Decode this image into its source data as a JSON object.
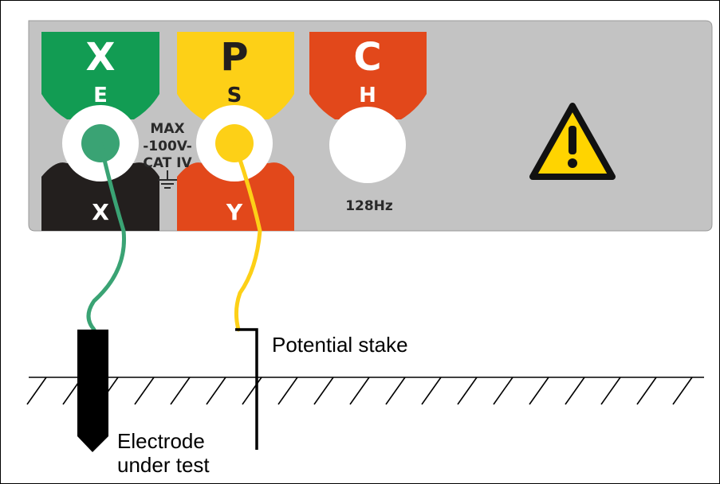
{
  "panel": {
    "terminals": {
      "x": {
        "top_letter": "X",
        "sub_letter": "E",
        "bottom_letter": "X"
      },
      "p": {
        "top_letter": "P",
        "sub_letter": "S",
        "bottom_letter": "Y"
      },
      "c": {
        "top_letter": "C",
        "sub_letter": "H"
      }
    },
    "rating": {
      "line1": "MAX",
      "line2": "-100V-",
      "line3": "CAT IV"
    },
    "frequency_label": "128Hz"
  },
  "labels": {
    "potential_stake": "Potential stake",
    "electrode_line1": "Electrode",
    "electrode_line2": "under test"
  },
  "colors": {
    "panel": "#c0c0c0",
    "green": "#129c53",
    "green_plug": "#3aa374",
    "yellow": "#fdd017",
    "orange": "#e2481b",
    "dark": "#231f1e",
    "warning": "#ffd400"
  }
}
